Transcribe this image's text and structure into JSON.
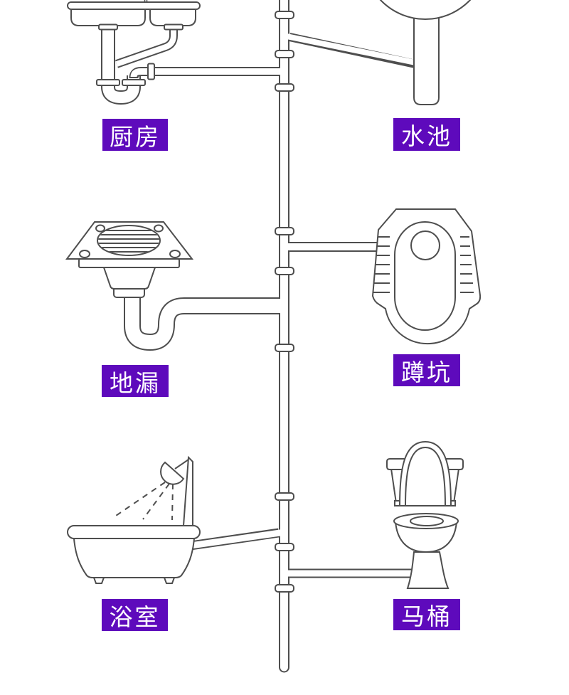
{
  "colors": {
    "background": "#ffffff",
    "line": "#4e4e4e",
    "label_background": "#5e0abc",
    "label_text": "#ffffff"
  },
  "diagram": {
    "kind": "household-drainage-pipe-diagram",
    "fixtures": [
      {
        "id": "kitchen-sink",
        "label": "厨房"
      },
      {
        "id": "wash-basin",
        "label": "水池"
      },
      {
        "id": "floor-drain",
        "label": "地漏"
      },
      {
        "id": "squat-toilet",
        "label": "蹲坑"
      },
      {
        "id": "bathtub",
        "label": "浴室"
      },
      {
        "id": "toilet",
        "label": "马桶"
      }
    ]
  }
}
